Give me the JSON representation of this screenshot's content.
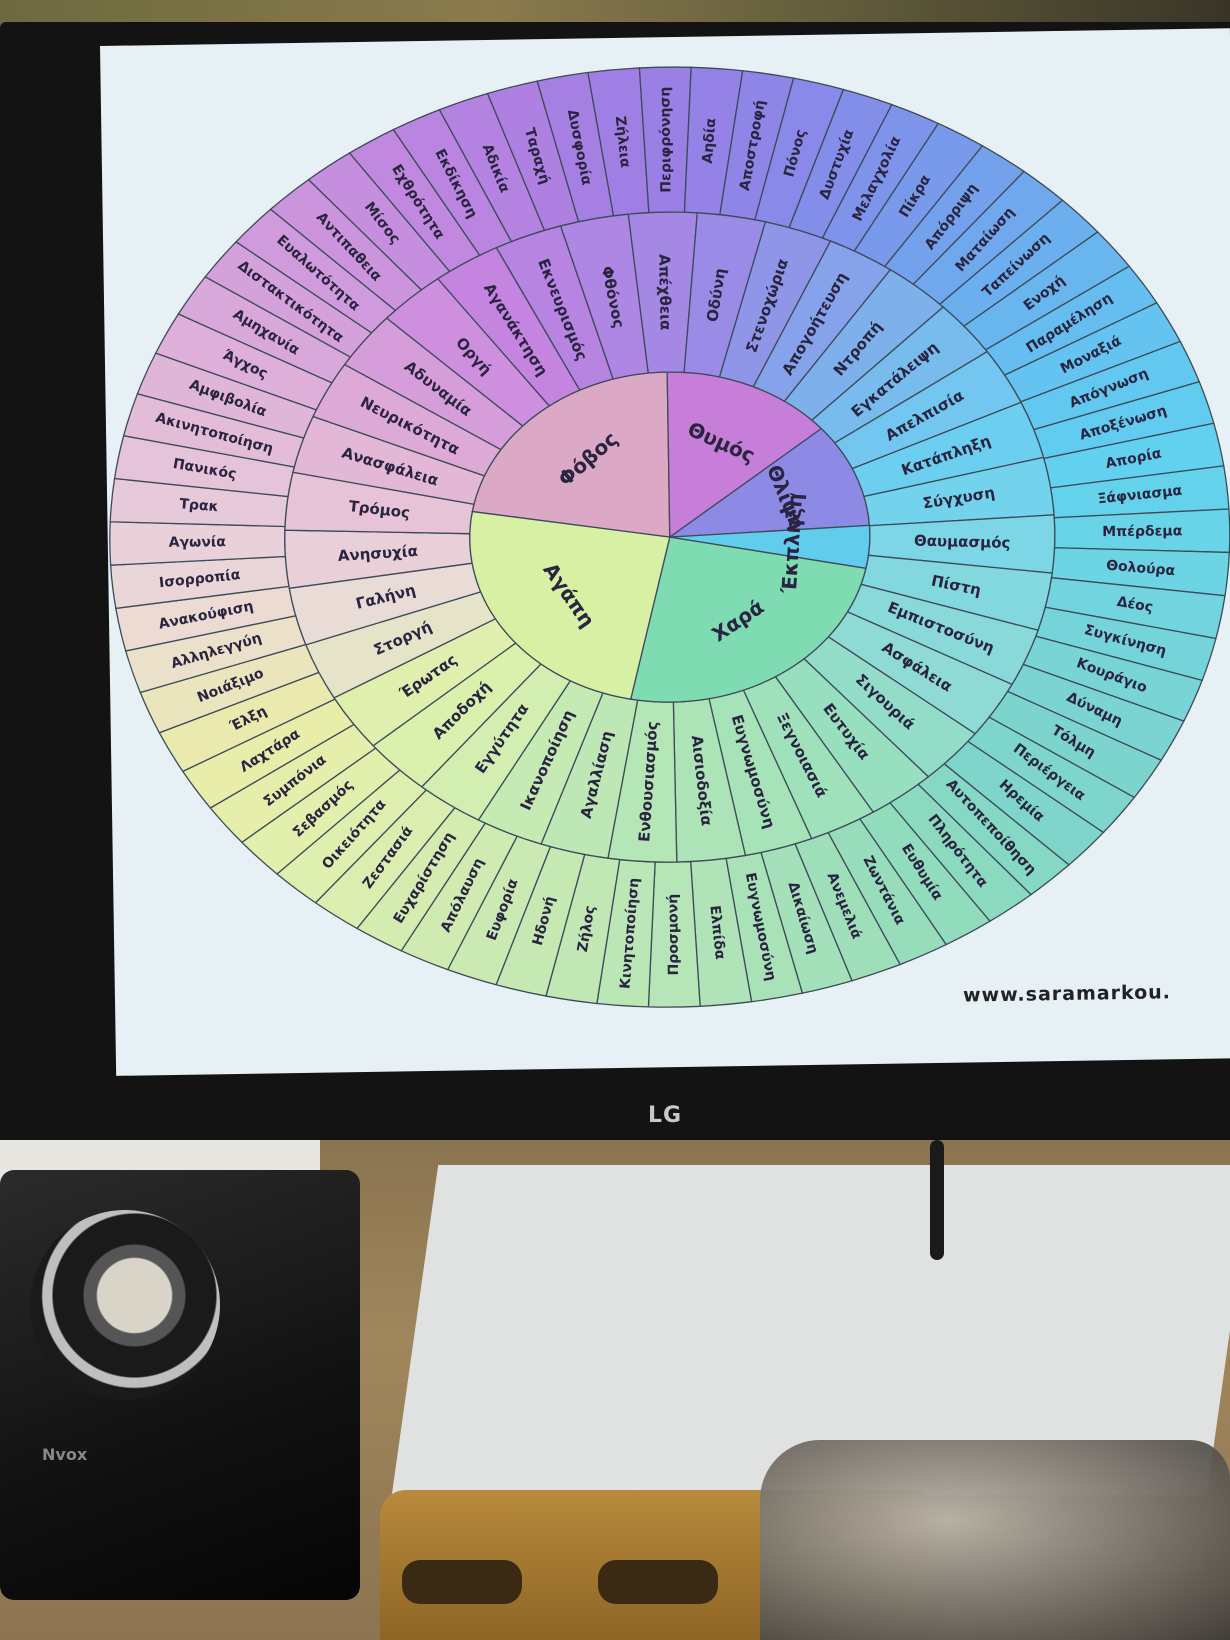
{
  "wheel": {
    "core": [
      {
        "label": "Φόβος",
        "color": "#dba9c6",
        "a0": 190,
        "a1": 270
      },
      {
        "label": "Θυμός",
        "color": "#c77ed9",
        "a0": 270,
        "a1": 320
      },
      {
        "label": "Θλίψη",
        "color": "#8d8ae6",
        "a0": 320,
        "a1": 357
      },
      {
        "label": "Έκπληξη",
        "color": "#62ccec",
        "a0": 357,
        "a1": 372
      },
      {
        "label": "Χαρά",
        "color": "#7fdbb2",
        "a0": 372,
        "a1": 462
      },
      {
        "label": "Αγάπη",
        "color": "#d8f0a4",
        "a0": 462,
        "a1": 550
      }
    ],
    "middle": [
      {
        "label": "Ασφάλεια",
        "color": "#8fdad4"
      },
      {
        "label": "Σιγουριά",
        "color": "#92dcc8"
      },
      {
        "label": "Ευτυχία",
        "color": "#98dfbf"
      },
      {
        "label": "Ξεγνοιασιά",
        "color": "#9fe1bb"
      },
      {
        "label": "Ευγνωμοσύνη",
        "color": "#a6e3b9"
      },
      {
        "label": "Αισιοδοξία",
        "color": "#ade4b7"
      },
      {
        "label": "Ενθουσιασμός",
        "color": "#b5e6b5"
      },
      {
        "label": "Αγαλλίαση",
        "color": "#bde8b5"
      },
      {
        "label": "Ικανοποίηση",
        "color": "#c5eab4"
      },
      {
        "label": "Εγγύτητα",
        "color": "#d2eeb0"
      },
      {
        "label": "Αποδοχή",
        "color": "#daf0ad"
      },
      {
        "label": "Έρωτας",
        "color": "#e1efae"
      },
      {
        "label": "Στοργή",
        "color": "#e6e4c8"
      },
      {
        "label": "Γαλήνη",
        "color": "#e9dcd7"
      },
      {
        "label": "Ανησυχία",
        "color": "#e8cfd8"
      },
      {
        "label": "Τρόμος",
        "color": "#e6c3d6"
      },
      {
        "label": "Ανασφάλεια",
        "color": "#e2b8d6"
      },
      {
        "label": "Νευρικότητα",
        "color": "#ddaad8"
      },
      {
        "label": "Αδυναμία",
        "color": "#d69ddb"
      },
      {
        "label": "Οργή",
        "color": "#cd8fde"
      },
      {
        "label": "Αγανάκτηση",
        "color": "#c584df"
      },
      {
        "label": "Εκνευρισμός",
        "color": "#b884e2"
      },
      {
        "label": "Φθόνος",
        "color": "#ae86e3"
      },
      {
        "label": "Απέχθεια",
        "color": "#a488e4"
      },
      {
        "label": "Οδύνη",
        "color": "#9a8be6"
      },
      {
        "label": "Στενοχώρια",
        "color": "#8f96e8"
      },
      {
        "label": "Απογοήτευση",
        "color": "#86a2ea"
      },
      {
        "label": "Ντροπή",
        "color": "#7eb0ec"
      },
      {
        "label": "Εγκατάλειψη",
        "color": "#78bcee"
      },
      {
        "label": "Απελπισία",
        "color": "#72c6ef"
      },
      {
        "label": "Κατάπληξη",
        "color": "#6dcfef"
      },
      {
        "label": "Σύγχυση",
        "color": "#74d3ec"
      },
      {
        "label": "Θαυμασμός",
        "color": "#7cd6e6"
      },
      {
        "label": "Πίστη",
        "color": "#83d8df"
      },
      {
        "label": "Εμπιστοσύνη",
        "color": "#8ad9d9"
      }
    ],
    "outer": [
      {
        "label": "Ηρεμία",
        "color": "#7fd5c9"
      },
      {
        "label": "Αυτοπεποίθηση",
        "color": "#85d8c4"
      },
      {
        "label": "Πληρότητα",
        "color": "#8bdac0"
      },
      {
        "label": "Ευθυμία",
        "color": "#91dcbd"
      },
      {
        "label": "Ζωντάνια",
        "color": "#97ddbb"
      },
      {
        "label": "Ανεμελιά",
        "color": "#9edfba"
      },
      {
        "label": "Δικαίωση",
        "color": "#a4e0b9"
      },
      {
        "label": "Ευγνωμοσύνη",
        "color": "#aae2b8"
      },
      {
        "label": "Ελπίδα",
        "color": "#b0e3b7"
      },
      {
        "label": "Προσμονή",
        "color": "#b6e5b7"
      },
      {
        "label": "Κινητοποίηση",
        "color": "#bbe6b6"
      },
      {
        "label": "Ζήλος",
        "color": "#c1e7b5"
      },
      {
        "label": "Ηδονή",
        "color": "#c6e9b4"
      },
      {
        "label": "Ευφορία",
        "color": "#cbeab3"
      },
      {
        "label": "Απόλαυση",
        "color": "#d0ebb2"
      },
      {
        "label": "Ευχαρίστηση",
        "color": "#d5ecb1"
      },
      {
        "label": "Ζεστασιά",
        "color": "#dbeeb0"
      },
      {
        "label": "Οικειότητα",
        "color": "#dfefaf"
      },
      {
        "label": "Σεβασμός",
        "color": "#e2efad"
      },
      {
        "label": "Συμπόνια",
        "color": "#e5eeab"
      },
      {
        "label": "Λαχτάρα",
        "color": "#e8eda9"
      },
      {
        "label": "Έλξη",
        "color": "#eaeaae"
      },
      {
        "label": "Νοιάξιμο",
        "color": "#ebe5bd"
      },
      {
        "label": "Αλληλεγγύη",
        "color": "#ebe0c9"
      },
      {
        "label": "Ανακούφιση",
        "color": "#ebdbd3"
      },
      {
        "label": "Ισορροπία",
        "color": "#ead5d8"
      },
      {
        "label": "Αγωνία",
        "color": "#e9d0d9"
      },
      {
        "label": "Τρακ",
        "color": "#e7cad9"
      },
      {
        "label": "Πανικός",
        "color": "#e5c3d8"
      },
      {
        "label": "Ακινητοποίηση",
        "color": "#e3bdd8"
      },
      {
        "label": "Αμφιβολία",
        "color": "#e0b6d8"
      },
      {
        "label": "Άγχος",
        "color": "#ddafd9"
      },
      {
        "label": "Αμηχανία",
        "color": "#d9a8da"
      },
      {
        "label": "Διστακτικότητα",
        "color": "#d5a1db"
      },
      {
        "label": "Ευαλωτότητα",
        "color": "#d09bdc"
      },
      {
        "label": "Αντιπαθεια",
        "color": "#cb94dd"
      },
      {
        "label": "Μίσος",
        "color": "#c68ede"
      },
      {
        "label": "Εχθρότητα",
        "color": "#c089df"
      },
      {
        "label": "Εκδίκηση",
        "color": "#ba85e0"
      },
      {
        "label": "Αδικία",
        "color": "#b482e1"
      },
      {
        "label": "Ταραχή",
        "color": "#ad80e2"
      },
      {
        "label": "Δυσφορία",
        "color": "#a67fe3"
      },
      {
        "label": "Ζήλεια",
        "color": "#a07fe4"
      },
      {
        "label": "Περιφρόνηση",
        "color": "#9a80e5"
      },
      {
        "label": "Αηδία",
        "color": "#9482e6"
      },
      {
        "label": "Αποστροφή",
        "color": "#8e85e7"
      },
      {
        "label": "Πόνος",
        "color": "#8889e8"
      },
      {
        "label": "Δυστυχία",
        "color": "#838ee9"
      },
      {
        "label": "Μελαγχολία",
        "color": "#7e94ea"
      },
      {
        "label": "Πίκρα",
        "color": "#799aeb"
      },
      {
        "label": "Απόρριψη",
        "color": "#74a1ec"
      },
      {
        "label": "Ματαίωση",
        "color": "#70a8ed"
      },
      {
        "label": "Ταπείνωση",
        "color": "#6cafee"
      },
      {
        "label": "Ενοχή",
        "color": "#69b6ef"
      },
      {
        "label": "Παραμέληση",
        "color": "#66bdef"
      },
      {
        "label": "Μοναξιά",
        "color": "#64c3f0"
      },
      {
        "label": "Απόγνωση",
        "color": "#63c8f0"
      },
      {
        "label": "Αποξένωση",
        "color": "#62ccf0"
      },
      {
        "label": "Απορία",
        "color": "#62d0ef"
      },
      {
        "label": "Ξάφνιασμα",
        "color": "#65d2ec"
      },
      {
        "label": "Μπέρδεμα",
        "color": "#69d3e8"
      },
      {
        "label": "Θολούρα",
        "color": "#6dd4e4"
      },
      {
        "label": "Δέος",
        "color": "#71d4df"
      },
      {
        "label": "Συγκίνηση",
        "color": "#75d4da"
      },
      {
        "label": "Κουράγιο",
        "color": "#78d4d5"
      },
      {
        "label": "Δύναμη",
        "color": "#7bd4d1"
      },
      {
        "label": "Τόλμη",
        "color": "#7dd4cd"
      },
      {
        "label": "Περιέργεια",
        "color": "#7ed5cb"
      }
    ]
  },
  "website": "www.saramarkou.",
  "monitor_brand": "LG",
  "speaker_brand": "Nvox",
  "icons": [
    "speaker-icon",
    "lg-logo-icon"
  ]
}
